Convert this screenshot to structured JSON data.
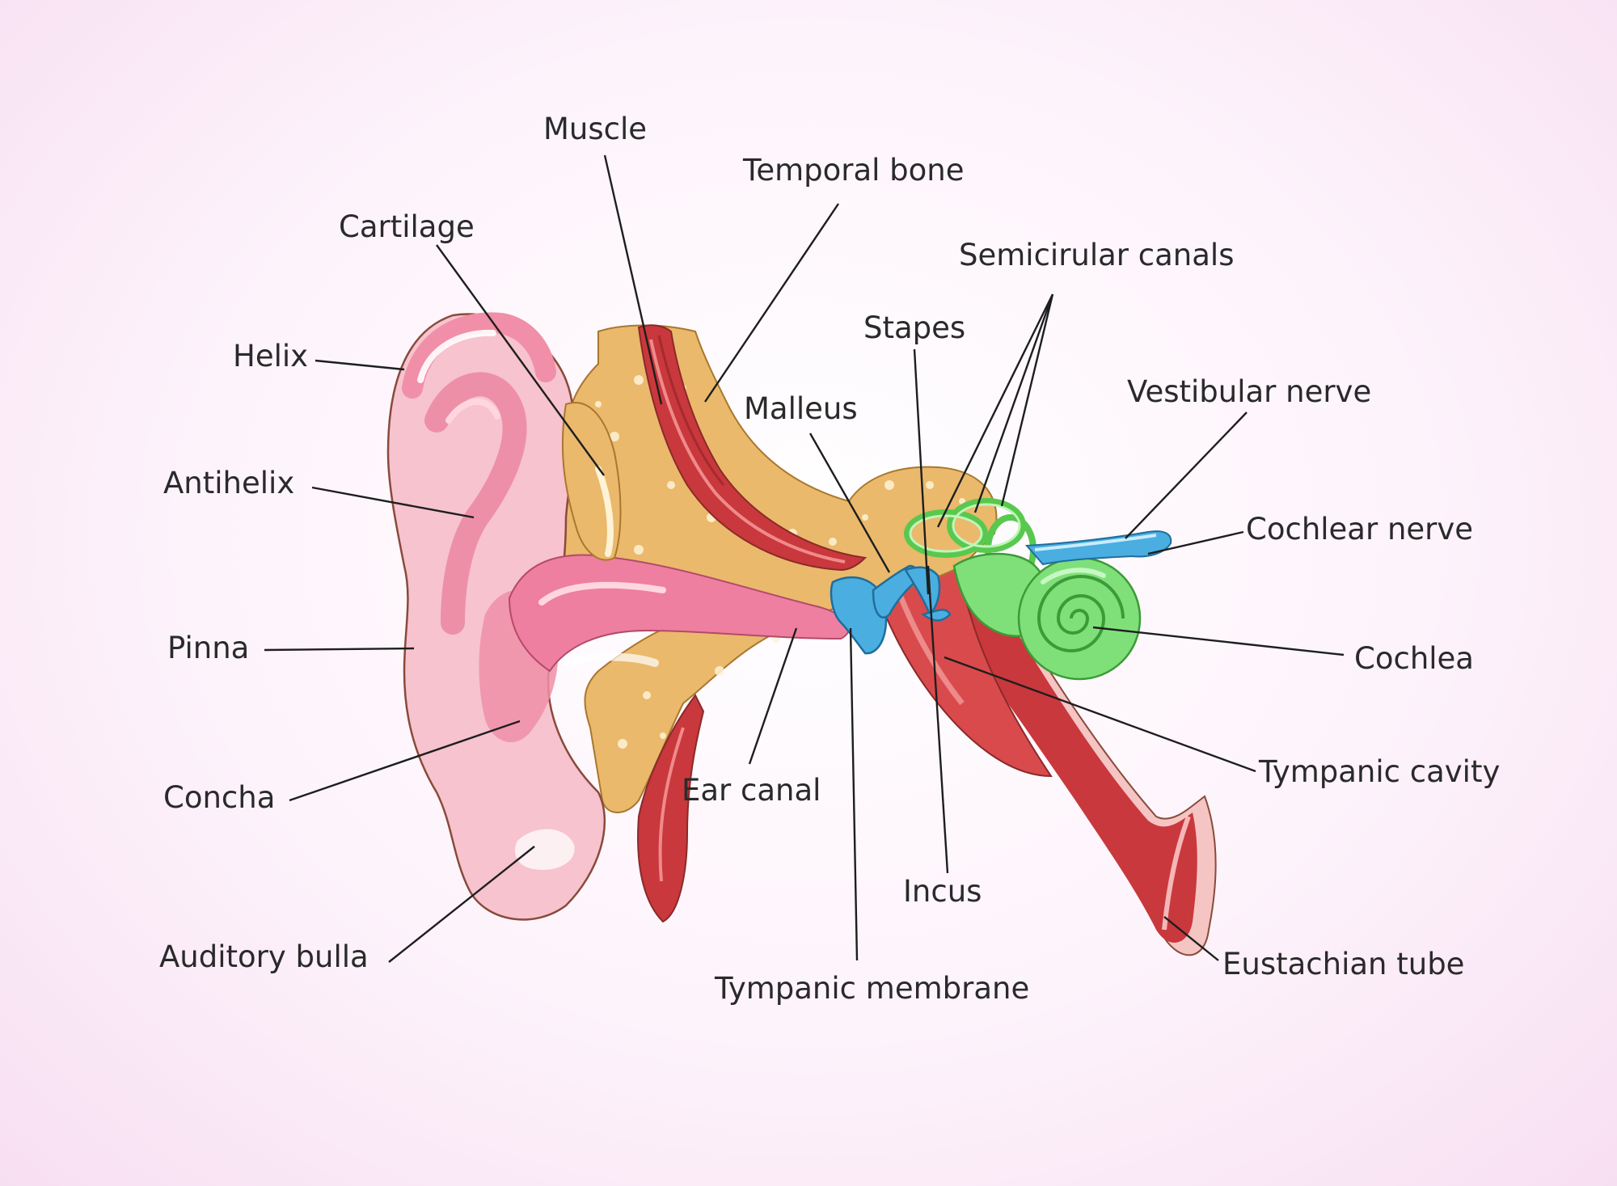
{
  "colors": {
    "background": "#fbe9f7",
    "skin_pink": "#f6c3cf",
    "cartilage_pink": "#ee8fa8",
    "bone_tan": "#eab96c",
    "muscle_red": "#c9383c",
    "ossicles_blue": "#4aaee0",
    "inner_ear_green": "#7fe07a"
  },
  "labels": {
    "muscle": "Muscle",
    "temporal_bone": "Temporal bone",
    "cartilage": "Cartilage",
    "semicircular_canals": "Semicirular canals",
    "stapes": "Stapes",
    "helix": "Helix",
    "malleus": "Malleus",
    "vestibular_nerve": "Vestibular nerve",
    "antihelix": "Antihelix",
    "cochlear_nerve": "Cochlear nerve",
    "pinna": "Pinna",
    "cochlea": "Cochlea",
    "tympanic_cavity": "Tympanic cavity",
    "concha": "Concha",
    "ear_canal": "Ear canal",
    "incus": "Incus",
    "auditory_bulla": "Auditory bulla",
    "eustachian_tube": "Eustachian tube",
    "tympanic_membrane": "Tympanic membrane"
  }
}
